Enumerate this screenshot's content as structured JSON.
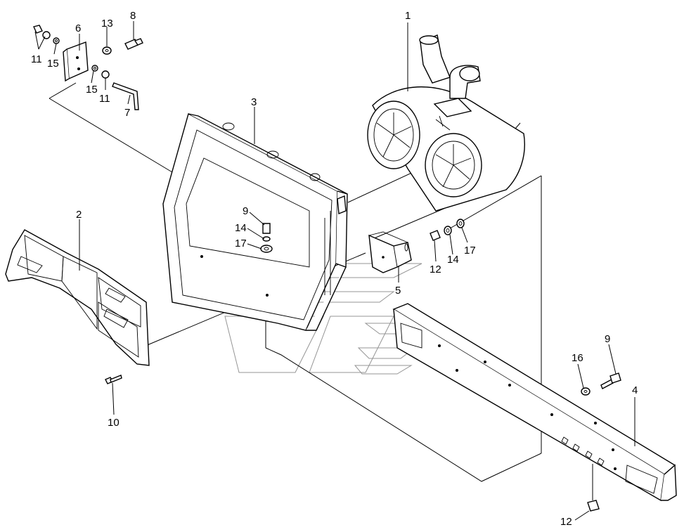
{
  "callouts": {
    "c1": "1",
    "c2": "2",
    "c3": "3",
    "c4": "4",
    "c5": "5",
    "c6": "6",
    "c7": "7",
    "c8": "8",
    "c9a": "9",
    "c9b": "9",
    "c10": "10",
    "c11a": "11",
    "c11b": "11",
    "c12a": "12",
    "c12b": "12",
    "c13": "13",
    "c14a": "14",
    "c14b": "14",
    "c15a": "15",
    "c15b": "15",
    "c16": "16",
    "c17a": "17",
    "c17b": "17"
  },
  "icons": {
    "watermark": "outlined-logo-watermark"
  }
}
